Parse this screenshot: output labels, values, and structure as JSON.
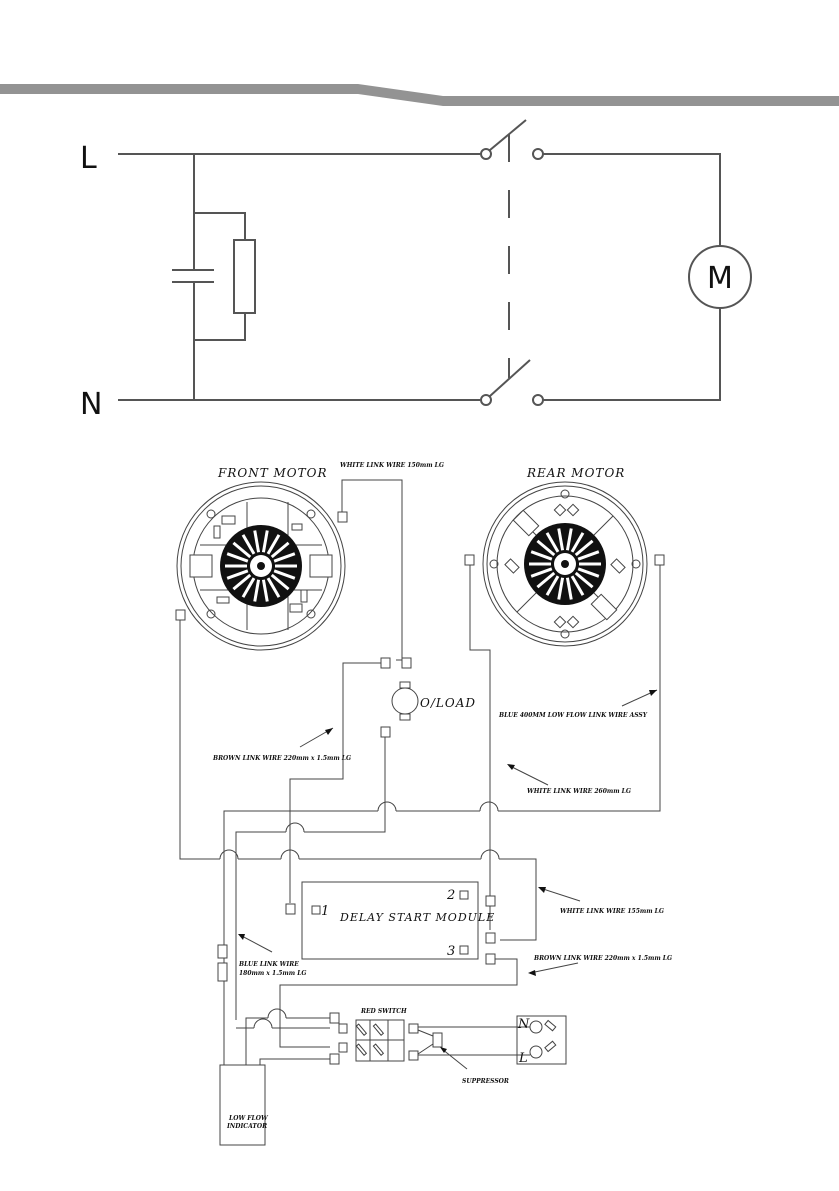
{
  "header": {
    "band_color": "#939393"
  },
  "schematic": {
    "line_label": "L",
    "neutral_label": "N",
    "motor_label": "M",
    "components": [
      "capacitor",
      "resistor",
      "double-pole-switch",
      "motor"
    ]
  },
  "wiring": {
    "front_motor_title": "FRONT MOTOR",
    "rear_motor_title": "REAR MOTOR",
    "overload_label": "O/LOAD",
    "delay_module": {
      "label": "DELAY START MODULE",
      "terminals": [
        "1",
        "2",
        "3"
      ]
    },
    "red_switch_label": "RED SWITCH",
    "suppressor_label": "SUPPRESSOR",
    "low_flow_label_line1": "LOW FLOW",
    "low_flow_label_line2": "INDICATOR",
    "mains_terminals": {
      "neutral": "N",
      "live": "L"
    },
    "wire_labels": {
      "white_150": "WHITE LINK WIRE 150mm LG",
      "blue_400": "BLUE 400MM LOW FLOW LINK WIRE ASSY",
      "brown_220_top": "BROWN LINK WIRE 220mm x 1.5mm LG",
      "white_260": "WHITE LINK WIRE 260mm LG",
      "white_155": "WHITE LINK WIRE 155mm LG",
      "brown_220_bottom": "BROWN LINK WIRE 220mm x 1.5mm LG",
      "blue_180_line1": "BLUE LINK WIRE",
      "blue_180_line2": "180mm x 1.5mm LG"
    }
  }
}
